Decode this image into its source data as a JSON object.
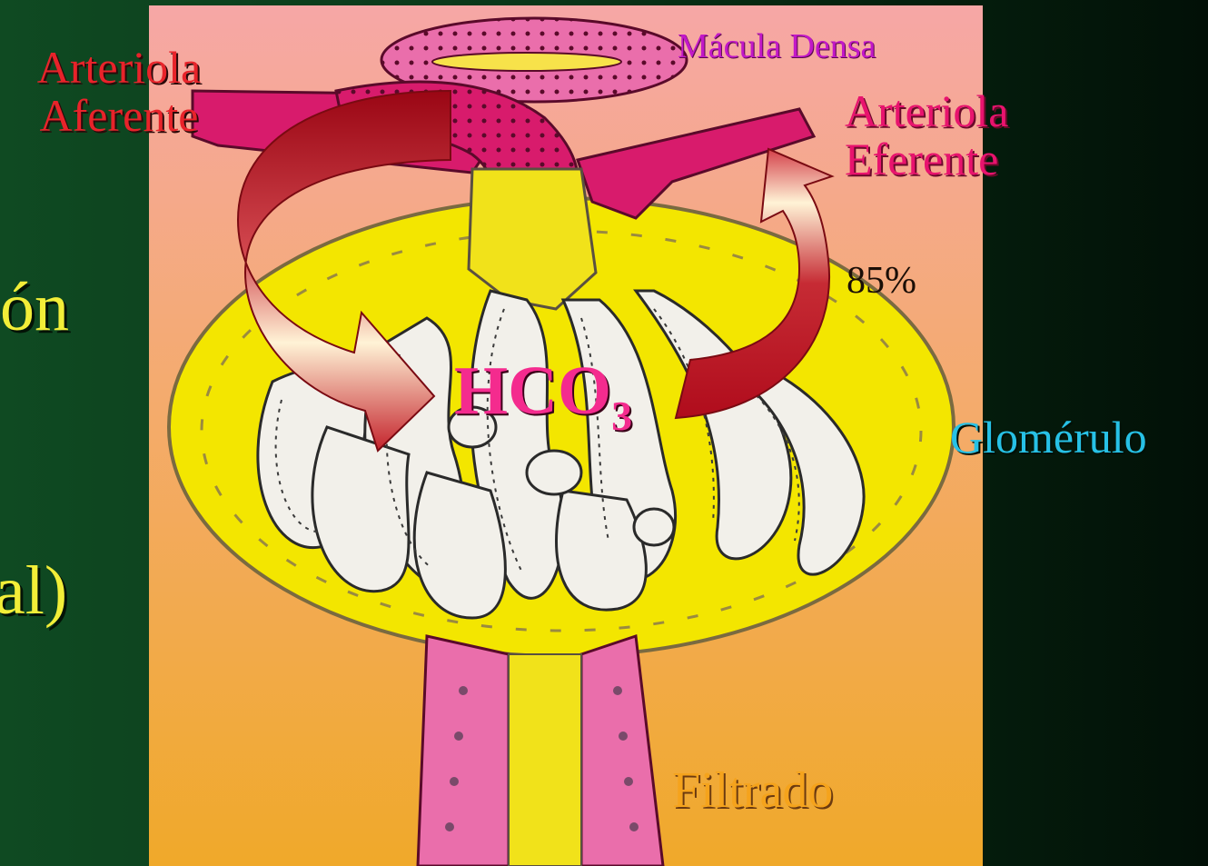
{
  "slide": {
    "left_text_1": "ón",
    "left_text_2": "al)"
  },
  "diagram": {
    "labels": {
      "afferent_line1": "Arteriola",
      "afferent_line2": "Aferente",
      "macula_densa": "Mácula Densa",
      "efferent_line1": "Arteriola",
      "efferent_line2": "Eferente",
      "percentage": "85%",
      "glomerulus": "Glomérulo",
      "filtrate": "Filtrado",
      "bicarbonate_main": "HCO",
      "bicarbonate_subscript": "3"
    }
  },
  "colors": {
    "background_dark_green": "#0a3618",
    "panel_pink": "#f7a8a0",
    "panel_orange": "#f2b02a",
    "capsule_yellow": "#f4e600",
    "tubule_pink": "#ea5fa2",
    "arteriole_magenta": "#d81b6c",
    "arrow_red": "#b30f1a",
    "arrow_cream": "#fff1d0"
  }
}
